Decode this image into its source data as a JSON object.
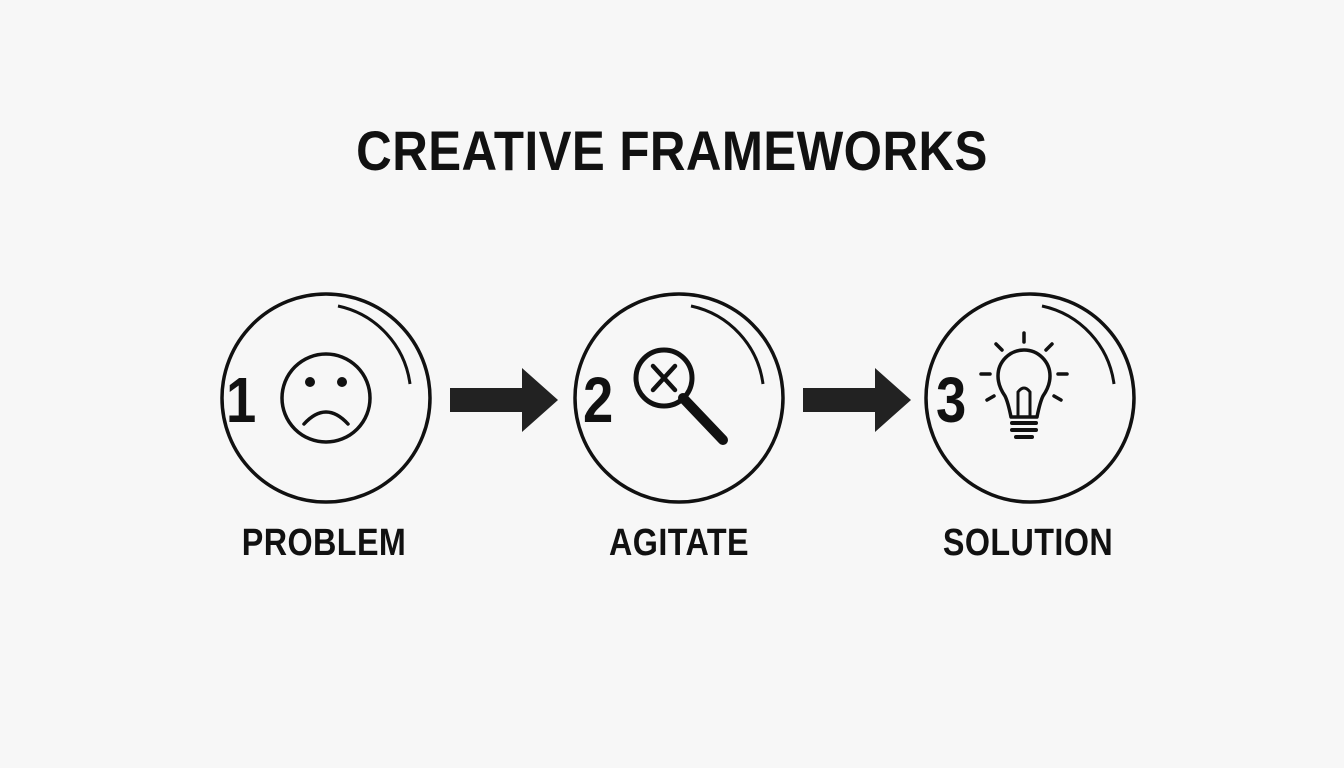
{
  "title": "CREATIVE FRAMEWORKS",
  "steps": [
    {
      "number": "1",
      "label": "PROBLEM",
      "icon": "sad-face-icon"
    },
    {
      "number": "2",
      "label": "AGITATE",
      "icon": "magnifier-x-icon"
    },
    {
      "number": "3",
      "label": "SOLUTION",
      "icon": "lightbulb-icon"
    }
  ],
  "colors": {
    "background": "#f7f7f7",
    "ink": "#111111"
  }
}
